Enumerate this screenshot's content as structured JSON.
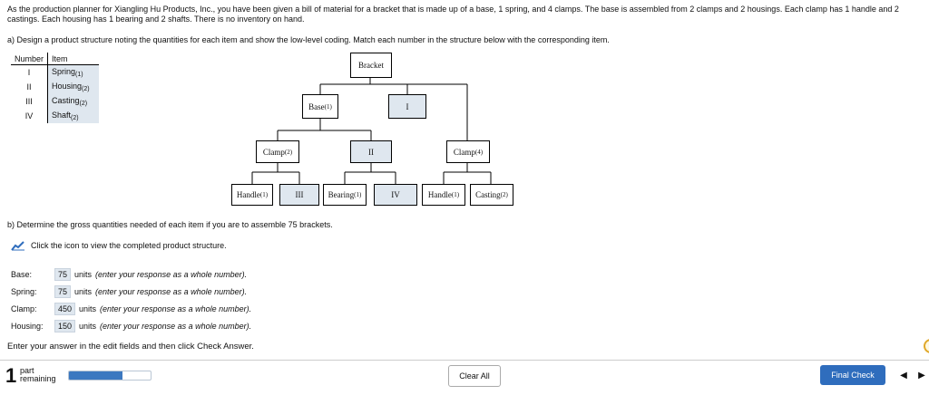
{
  "problem": {
    "intro": "As the production planner for Xiangling Hu Products, Inc., you have been given a bill of material for a bracket that is made up of a base, 1 spring, and 4 clamps. The base is assembled from 2 clamps and 2 housings. Each clamp has 1 handle and 2 castings. Each housing has 1 bearing and 2 shafts. There is no inventory on hand.",
    "part_a": "a) Design a product structure noting the quantities for each item and show the low-level coding. Match each number in the structure below with the corresponding item.",
    "part_b": "b) Determine the gross quantities needed of each item if you are to assemble 75 brackets.",
    "chart_link": "Click the icon to view the completed product structure.",
    "hint": "Enter your answer in the edit fields and then click Check Answer."
  },
  "table": {
    "headers": [
      "Number",
      "Item"
    ],
    "rows": [
      {
        "num": "I",
        "item": "Spring",
        "qty": "(1)"
      },
      {
        "num": "II",
        "item": "Housing",
        "qty": "(2)"
      },
      {
        "num": "III",
        "item": "Casting",
        "qty": "(2)"
      },
      {
        "num": "IV",
        "item": "Shaft",
        "qty": "(2)"
      }
    ]
  },
  "tree": {
    "root": "Bracket",
    "base": "Base",
    "base_qty": "(1)",
    "level1_unknown": "I",
    "clamp2": "Clamp",
    "clamp2_qty": "(2)",
    "level2_unknown": "II",
    "clamp4": "Clamp",
    "clamp4_qty": "(4)",
    "handle1": "Handle",
    "handle1_qty": "(1)",
    "level3_unknown_a": "III",
    "bearing": "Bearing",
    "bearing_qty": "(1)",
    "level3_unknown_b": "IV",
    "handle2": "Handle",
    "handle2_qty": "(1)",
    "casting": "Casting",
    "casting_qty": "(2)"
  },
  "answers": [
    {
      "label": "Base:",
      "value": "75",
      "note_prefix": "units",
      "note": "(enter your response as a whole number)."
    },
    {
      "label": "Spring:",
      "value": "75",
      "note_prefix": "units",
      "note": "(enter your response as a whole number)."
    },
    {
      "label": "Clamp:",
      "value": "450",
      "note_prefix": "units",
      "note": "(enter your response as a whole number)."
    },
    {
      "label": "Housing:",
      "value": "150",
      "note_prefix": "units",
      "note": "(enter your response as a whole number)."
    }
  ],
  "footer": {
    "parts_left": "1",
    "part_word": "part",
    "remaining_word": "remaining",
    "progress_fraction": 0.65,
    "clear_all": "Clear All",
    "final_check": "Final Check",
    "prev": "◀",
    "next": "▶"
  },
  "colors": {
    "accent": "#2f6dbd",
    "input_bg": "#dfe7ef"
  }
}
